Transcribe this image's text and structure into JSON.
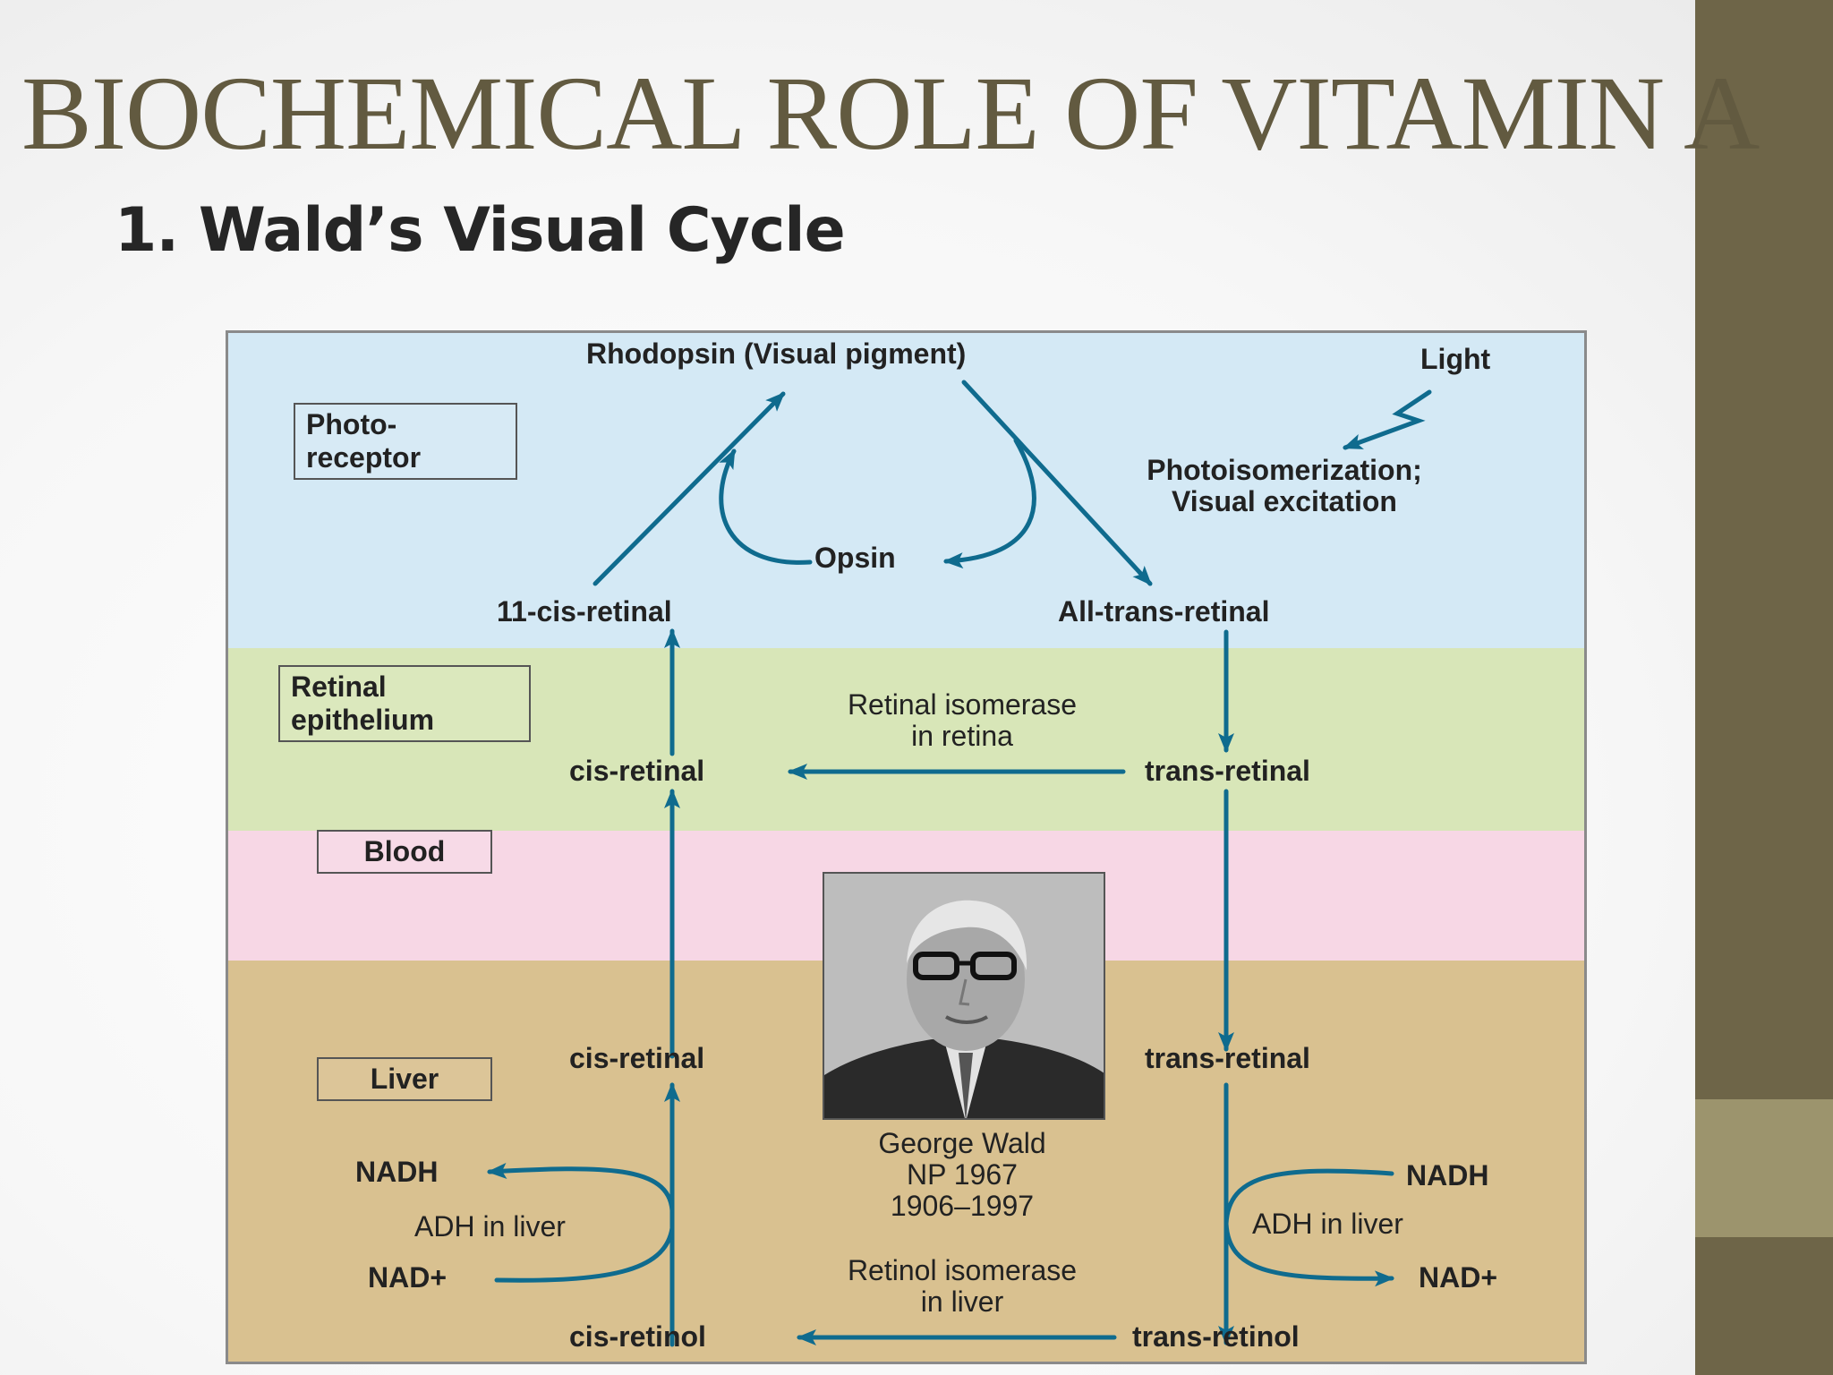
{
  "slide": {
    "title": "BIOCHEMICAL ROLE OF VITAMIN A",
    "subtitle": "1. Wald’s Visual Cycle"
  },
  "zones": {
    "photoreceptor": [
      "Photo-",
      "receptor"
    ],
    "retinal_epithelium": [
      "Retinal",
      "epithelium"
    ],
    "blood": "Blood",
    "liver": "Liver"
  },
  "labels": {
    "rhodopsin": "Rhodopsin (Visual pigment)",
    "light": "Light",
    "photoisomerization": [
      "Photoisomerization;",
      "Visual excitation"
    ],
    "opsin": "Opsin",
    "eleven_cis_retinal": "11-cis-retinal",
    "all_trans_retinal": "All-trans-retinal",
    "retinal_isomerase": [
      "Retinal isomerase",
      "in retina"
    ],
    "cis_retinal_epithelium": "cis-retinal",
    "trans_retinal_epithelium": "trans-retinal",
    "cis_retinal_liver": "cis-retinal",
    "trans_retinal_liver": "trans-retinal",
    "george_wald": [
      "George Wald",
      "NP 1967",
      "1906–1997"
    ],
    "nadh_left": "NADH",
    "adh_left": "ADH in liver",
    "nad_left": "NAD+",
    "nadh_right": "NADH",
    "adh_right": "ADH in liver",
    "nad_right": "NAD+",
    "retinol_isomerase": [
      "Retinol isomerase",
      "in liver"
    ],
    "cis_retinol": "cis-retinol",
    "trans_retinol": "trans-retinol"
  },
  "colors": {
    "arrow": "#0f6b8e",
    "title": "#625a40",
    "sidebar": "#6e6548",
    "photoreceptor_zone": "#d4e9f5",
    "retina_zone": "#d8e6b8",
    "blood_zone": "#f7d7e5",
    "liver_zone": "#d9c190"
  }
}
